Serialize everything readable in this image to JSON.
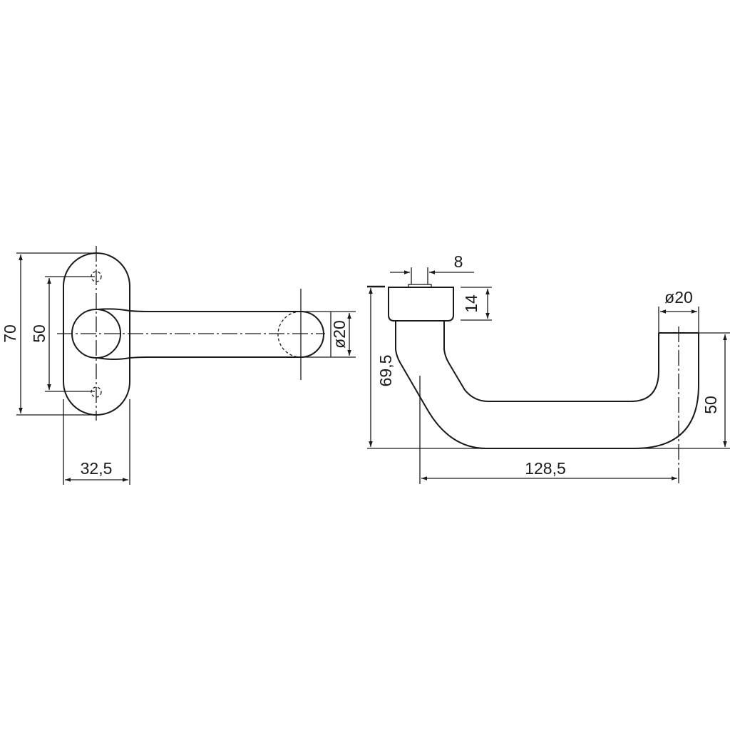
{
  "title": "Door handle technical drawing",
  "colors": {
    "line": "#1a1a1a",
    "background": "#ffffff"
  },
  "dimensions": {
    "front_view": {
      "plate_height": "70",
      "hole_spacing": "50",
      "plate_width": "32,5",
      "grip_diameter": "ø20"
    },
    "side_view": {
      "spindle": "8",
      "rose_height": "14",
      "overall_height": "69,5",
      "grip_diameter": "ø20",
      "grip_drop": "50",
      "projection": "128,5"
    }
  }
}
